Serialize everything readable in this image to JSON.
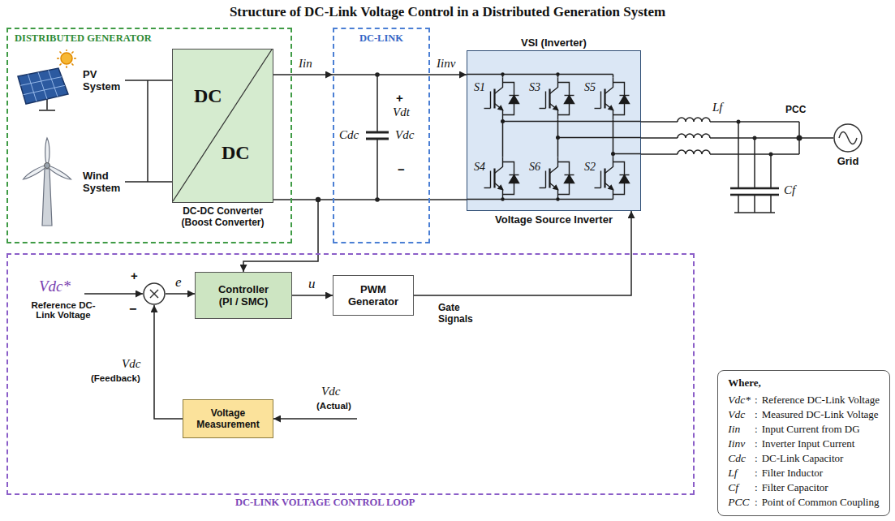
{
  "diagram": {
    "title": "Structure of DC-Link Voltage Control in a Distributed Generation System",
    "nodes": [
      {
        "text": [
          "DISTRIBUTED GENERATOR"
        ]
      },
      {
        "text": [
          "PV System"
        ],
        "in": 0
      },
      {
        "text": [
          "Wind System"
        ],
        "in": 0
      },
      {
        "text": [
          "DC",
          "DC",
          "DC-DC Converter (Boost Converter)"
        ],
        "in": 0
      },
      {
        "text": [
          "DC-LINK"
        ]
      },
      {
        "text": [
          "VSI (Inverter)",
          "Voltage Source Inverter"
        ]
      },
      {
        "text": [
          "Grid"
        ]
      },
      {
        "text": [
          "DC-LINK VOLTAGE CONTROL LOOP"
        ]
      },
      {
        "text": [
          "+",
          "−"
        ],
        "in": 7
      },
      {
        "text": [
          "Controller (PI / SMC)"
        ],
        "in": 7
      },
      {
        "text": [
          "PWM Generator"
        ],
        "in": 7
      },
      {
        "text": [
          "Voltage Measurement"
        ],
        "in": 7
      },
      {
        "text": [
          "Where,",
          "Vdc*",
          ":",
          "Reference DC-Link Voltage",
          "Vdc",
          ":",
          "Measured DC-Link Voltage",
          "Iin",
          ":",
          "Input Current from DG",
          "Iinv",
          ":",
          "Inverter Input Current",
          "Cdc",
          ":",
          "DC-Link Capacitor",
          "Lf",
          ":",
          "Filter Inductor",
          "Cf",
          ":",
          "Filter Capacitor",
          "PCC",
          ":",
          "Point of Common Coupling"
        ]
      }
    ],
    "edges": [
      {
        "from": 1,
        "to": 3,
        "arrow": "none"
      },
      {
        "from": 2,
        "to": 3,
        "arrow": "none"
      },
      {
        "from": 3,
        "to": 4,
        "label": "Iin",
        "arrow": "to"
      },
      {
        "from": 4,
        "to": 5,
        "label": "Iinv",
        "arrow": "to"
      },
      {
        "from": 5,
        "to": 6,
        "arrow": "none"
      },
      {
        "from": 8,
        "to": 9,
        "label": "e",
        "arrow": "to"
      },
      {
        "from": 9,
        "to": 10,
        "label": "u",
        "arrow": "to"
      },
      {
        "from": 10,
        "to": 5,
        "label": "Gate Signals",
        "arrow": "to"
      },
      {
        "from": 11,
        "to": 8,
        "arrow": "to"
      }
    ],
    "labels": [
      "+",
      "Vdt",
      "Cdc",
      "Vdc",
      "−",
      "S1",
      "S3",
      "S5",
      "S4",
      "S6",
      "S2",
      "Lf",
      "PCC",
      "Cf",
      "Vdc*",
      "Reference DC-Link Voltage",
      "Vdc",
      "(Feedback)",
      "Vdc",
      "(Actual)"
    ]
  }
}
